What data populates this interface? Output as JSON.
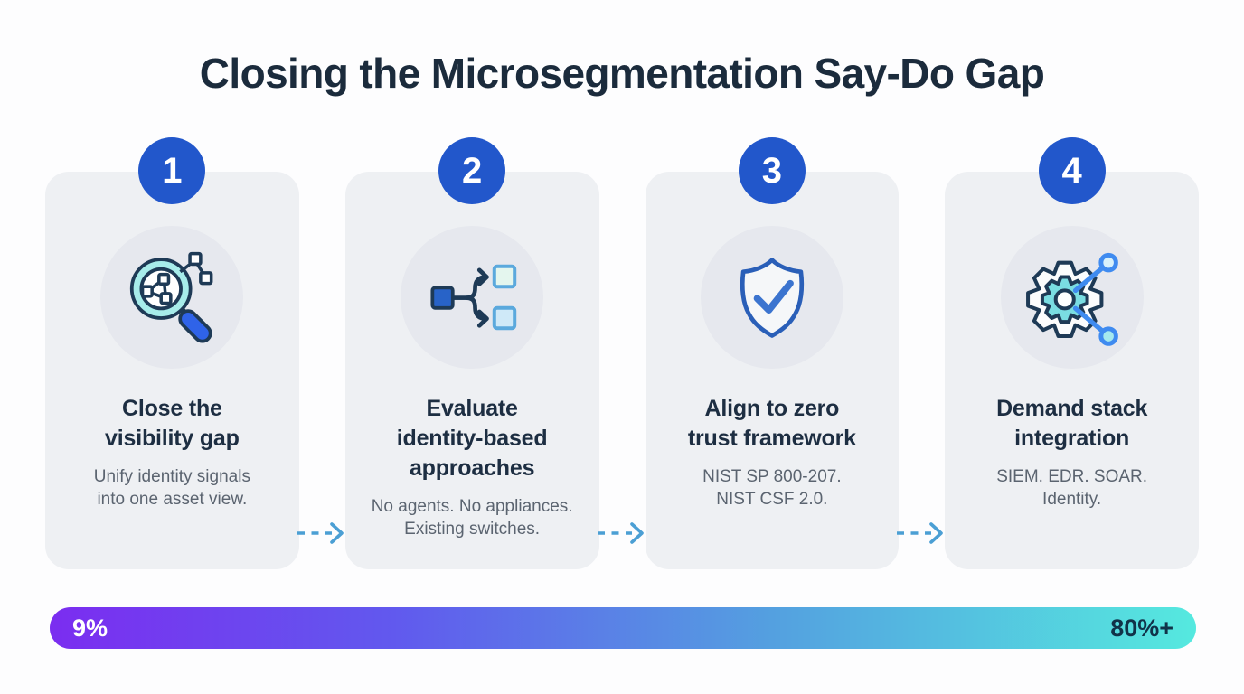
{
  "page": {
    "title": "Closing the Microsegmentation Say-Do Gap"
  },
  "steps": [
    {
      "number": "1",
      "icon": "magnifier-network-icon",
      "title": "Close the\nvisibility gap",
      "subtitle": "Unify identity signals\ninto one asset view."
    },
    {
      "number": "2",
      "icon": "branch-split-icon",
      "title": "Evaluate\nidentity-based\napproaches",
      "subtitle": "No agents. No appliances.\nExisting switches."
    },
    {
      "number": "3",
      "icon": "shield-check-icon",
      "title": "Align to zero\ntrust framework",
      "subtitle": "NIST SP 800-207.\nNIST CSF 2.0."
    },
    {
      "number": "4",
      "icon": "gear-integration-icon",
      "title": "Demand stack\nintegration",
      "subtitle": "SIEM. EDR. SOAR.\nIdentity."
    }
  ],
  "progress_bar": {
    "start_label": "9%",
    "end_label": "80%+"
  },
  "colors": {
    "badge_blue": "#2257cb",
    "title_navy": "#1b2b3c",
    "subtitle_gray": "#5b6470",
    "card_bg": "#eef0f3",
    "icon_circle_bg": "#e6e8ee",
    "icon_outline_navy": "#1e3a56",
    "icon_teal": "#a7ecea",
    "icon_blue": "#2f63e8",
    "arrow_blue": "#4b9fd4",
    "bar_gradient_start": "#7b2df0",
    "bar_gradient_mid": "#54a0e0",
    "bar_gradient_end": "#55e9df"
  }
}
